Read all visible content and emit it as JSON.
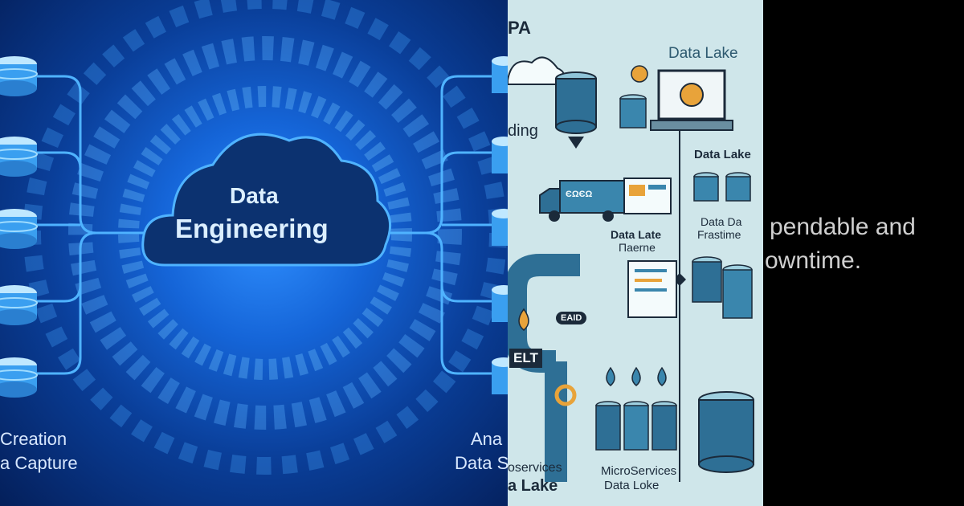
{
  "left_panel": {
    "cloud_line1": "Data",
    "cloud_line2": "Engineering",
    "bottom_left_line1": "Creation",
    "bottom_left_line2": "a Capture",
    "bottom_right_line1": "Ana",
    "bottom_right_line2": "Data S",
    "colors": {
      "accent": "#1565d8",
      "cloud": "#0c3270",
      "line": "#4fb3ff"
    }
  },
  "middle_panel": {
    "top_left_label": "PA",
    "top_right_label": "Data Lake",
    "left_label": "ding",
    "data_lake_label": "Data Lake",
    "screen_label": "ЄΩЄΩ",
    "center_label_line1": "Data Late",
    "center_label_line2": "Пaerne",
    "right_label_line1": "Data Da",
    "right_label_line2": "Frastime",
    "pipe_label": "EAID",
    "elt_label": "ELT",
    "bottom_left_line1": "oservices",
    "bottom_left_line2": "a Lake",
    "bottom_center_line1": "MicroServices",
    "bottom_center_line2": "Data Loke",
    "colors": {
      "background": "#cfe6ea",
      "cylinder": "#2e6f95",
      "orange": "#e8a33a",
      "dark": "#1b2a3a"
    }
  },
  "right_panel": {
    "line1": "pendable and",
    "line2": "owntime."
  }
}
